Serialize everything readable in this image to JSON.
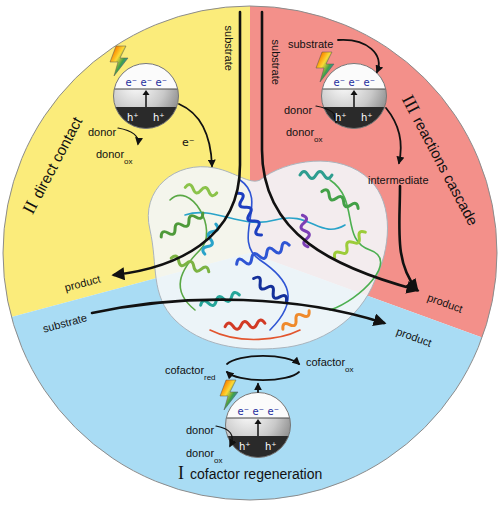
{
  "diagram": {
    "nodes": [
      {
        "text": [
          "II",
          "direct contact"
        ]
      },
      {
        "text": [
          "e⁻",
          "e⁻",
          "e⁻",
          "h⁺",
          "h⁺"
        ],
        "in": 0
      },
      {
        "text": [
          "III",
          "reactions cascade"
        ]
      },
      {
        "text": [
          "e⁻",
          "e⁻",
          "e⁻",
          "h⁺",
          "h⁺"
        ],
        "in": 2
      },
      {
        "text": [
          "I",
          "cofactor regeneration"
        ]
      },
      {
        "text": [
          "e⁻",
          "e⁻",
          "e⁻",
          "h⁺",
          "h⁺"
        ],
        "in": 4
      }
    ],
    "labels": [
      "substrate",
      "substrate",
      "substrate",
      "e⁻",
      "donor",
      "donor",
      "ox",
      "donor",
      "donor",
      "ox",
      "intermediate",
      "product",
      "substrate",
      "product",
      "product",
      "cofactor",
      "red",
      "cofactor",
      "ox",
      "donor",
      "donor",
      "ox"
    ]
  }
}
